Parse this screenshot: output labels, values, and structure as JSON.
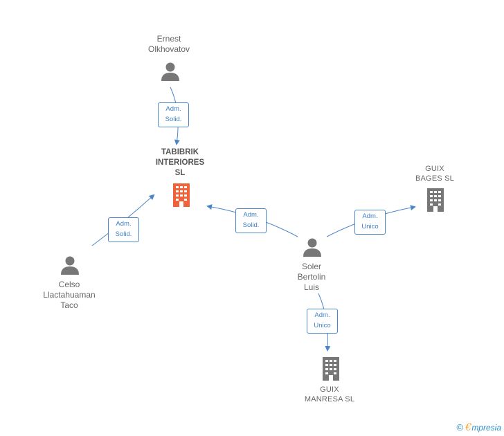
{
  "nodes": {
    "ernest": {
      "label": "Ernest\nOlkhovatov",
      "type": "person"
    },
    "tabibrik": {
      "label": "TABIBRIK\nINTERIORES\nSL",
      "type": "company",
      "focus": true
    },
    "celso": {
      "label": "Celso\nLlactahuaman\nTaco",
      "type": "person"
    },
    "soler": {
      "label": "Soler\nBertolin\nLuis",
      "type": "person"
    },
    "guix_bages": {
      "label": "GUIX\nBAGES  SL",
      "type": "company"
    },
    "guix_manresa": {
      "label": "GUIX\nMANRESA SL",
      "type": "company"
    }
  },
  "edges": [
    {
      "from": "ernest",
      "to": "tabibrik",
      "label": "Adm.\nSolid."
    },
    {
      "from": "celso",
      "to": "tabibrik",
      "label": "Adm.\nSolid."
    },
    {
      "from": "soler",
      "to": "tabibrik",
      "label": "Adm.\nSolid."
    },
    {
      "from": "soler",
      "to": "guix_bages",
      "label": "Adm.\nUnico"
    },
    {
      "from": "soler",
      "to": "guix_manresa",
      "label": "Adm.\nUnico"
    }
  ],
  "colors": {
    "person_icon": "#777777",
    "company_icon": "#777777",
    "focus_icon": "#f0623a",
    "edge": "#4a86c8",
    "label_text": "#666666"
  },
  "icons": {
    "person": "person-icon",
    "company": "building-icon"
  },
  "footer": {
    "copyright_symbol": "©",
    "brand_initial": "€",
    "brand_rest": "mpresia"
  }
}
